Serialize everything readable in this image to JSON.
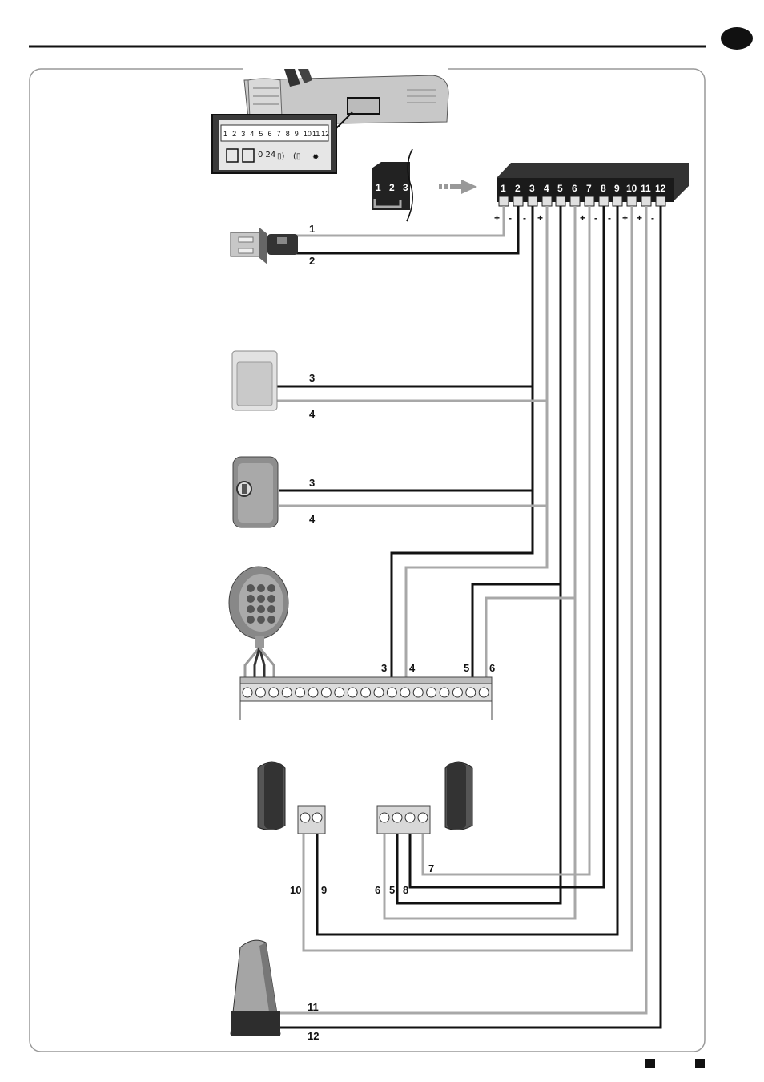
{
  "motor_terminal_strip": {
    "numbers": [
      "1",
      "2",
      "3",
      "4",
      "5",
      "6",
      "7",
      "8",
      "9",
      "10",
      "11",
      "12"
    ],
    "icons": [
      "antenna-icon",
      "cell-icon",
      "power-24v-icon",
      "photocell-tx-icon",
      "photocell-rx-icon",
      "lamp-icon"
    ],
    "power_label": "0 24"
  },
  "connector_plug_numbers": [
    "1",
    "2",
    "3"
  ],
  "main_block": {
    "numbers": [
      "1",
      "2",
      "3",
      "4",
      "5",
      "6",
      "7",
      "8",
      "9",
      "10",
      "11",
      "12"
    ],
    "polarity": [
      "+",
      "-",
      "-",
      "+",
      "",
      "",
      "+",
      "-",
      "-",
      "+",
      "+",
      "-"
    ]
  },
  "wires": {
    "antenna": [
      "1",
      "2"
    ],
    "wall_switch": [
      "3",
      "4"
    ],
    "key_switch": [
      "3",
      "4"
    ],
    "keypad_receiver": [
      "3",
      "4",
      "5",
      "6"
    ],
    "photocell_tx": [
      "10",
      "9"
    ],
    "photocell_rx": [
      "6",
      "5",
      "8",
      "7"
    ],
    "lamp": [
      "11",
      "12"
    ]
  }
}
